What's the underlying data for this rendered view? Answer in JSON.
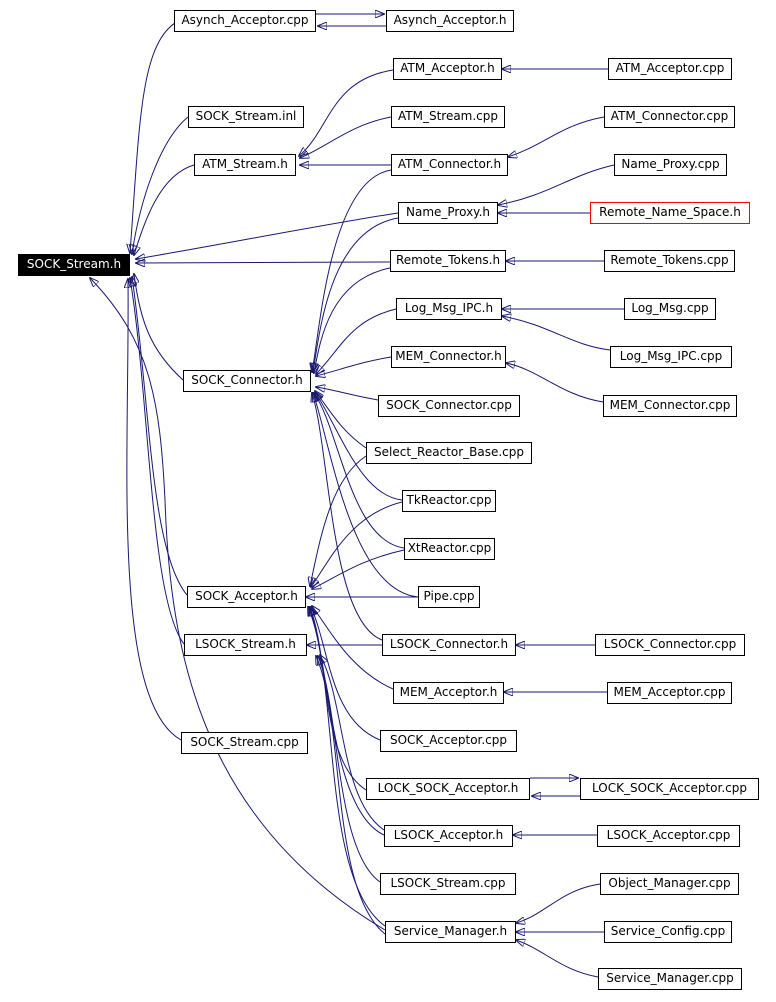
{
  "graph": {
    "edge_color": "#191970",
    "root_fill": "#000000",
    "root_text_color": "#ffffff",
    "highlight_border": "#ff0000",
    "nodes": {
      "sock_stream_h": "SOCK_Stream.h",
      "asynch_acceptor_cpp": "Asynch_Acceptor.cpp",
      "asynch_acceptor_h": "Asynch_Acceptor.h",
      "atm_acceptor_h": "ATM_Acceptor.h",
      "atm_acceptor_cpp": "ATM_Acceptor.cpp",
      "sock_stream_inl": "SOCK_Stream.inl",
      "atm_stream_cpp": "ATM_Stream.cpp",
      "atm_connector_cpp": "ATM_Connector.cpp",
      "atm_stream_h": "ATM_Stream.h",
      "atm_connector_h": "ATM_Connector.h",
      "name_proxy_cpp": "Name_Proxy.cpp",
      "name_proxy_h": "Name_Proxy.h",
      "remote_name_space_h": "Remote_Name_Space.h",
      "remote_tokens_h": "Remote_Tokens.h",
      "remote_tokens_cpp": "Remote_Tokens.cpp",
      "log_msg_ipc_h": "Log_Msg_IPC.h",
      "log_msg_cpp": "Log_Msg.cpp",
      "log_msg_ipc_cpp": "Log_Msg_IPC.cpp",
      "mem_connector_h": "MEM_Connector.h",
      "sock_connector_h": "SOCK_Connector.h",
      "sock_connector_cpp": "SOCK_Connector.cpp",
      "mem_connector_cpp": "MEM_Connector.cpp",
      "select_reactor_base_cpp": "Select_Reactor_Base.cpp",
      "tkreactor_cpp": "TkReactor.cpp",
      "xtreactor_cpp": "XtReactor.cpp",
      "sock_acceptor_h": "SOCK_Acceptor.h",
      "pipe_cpp": "Pipe.cpp",
      "lsock_stream_h": "LSOCK_Stream.h",
      "lsock_connector_h": "LSOCK_Connector.h",
      "lsock_connector_cpp": "LSOCK_Connector.cpp",
      "mem_acceptor_h": "MEM_Acceptor.h",
      "mem_acceptor_cpp": "MEM_Acceptor.cpp",
      "sock_stream_cpp": "SOCK_Stream.cpp",
      "sock_acceptor_cpp": "SOCK_Acceptor.cpp",
      "lock_sock_acceptor_h": "LOCK_SOCK_Acceptor.h",
      "lock_sock_acceptor_cpp": "LOCK_SOCK_Acceptor.cpp",
      "lsock_acceptor_h": "LSOCK_Acceptor.h",
      "lsock_acceptor_cpp": "LSOCK_Acceptor.cpp",
      "lsock_stream_cpp": "LSOCK_Stream.cpp",
      "object_manager_cpp": "Object_Manager.cpp",
      "service_manager_h": "Service_Manager.h",
      "service_config_cpp": "Service_Config.cpp",
      "service_manager_cpp": "Service_Manager.cpp"
    }
  }
}
